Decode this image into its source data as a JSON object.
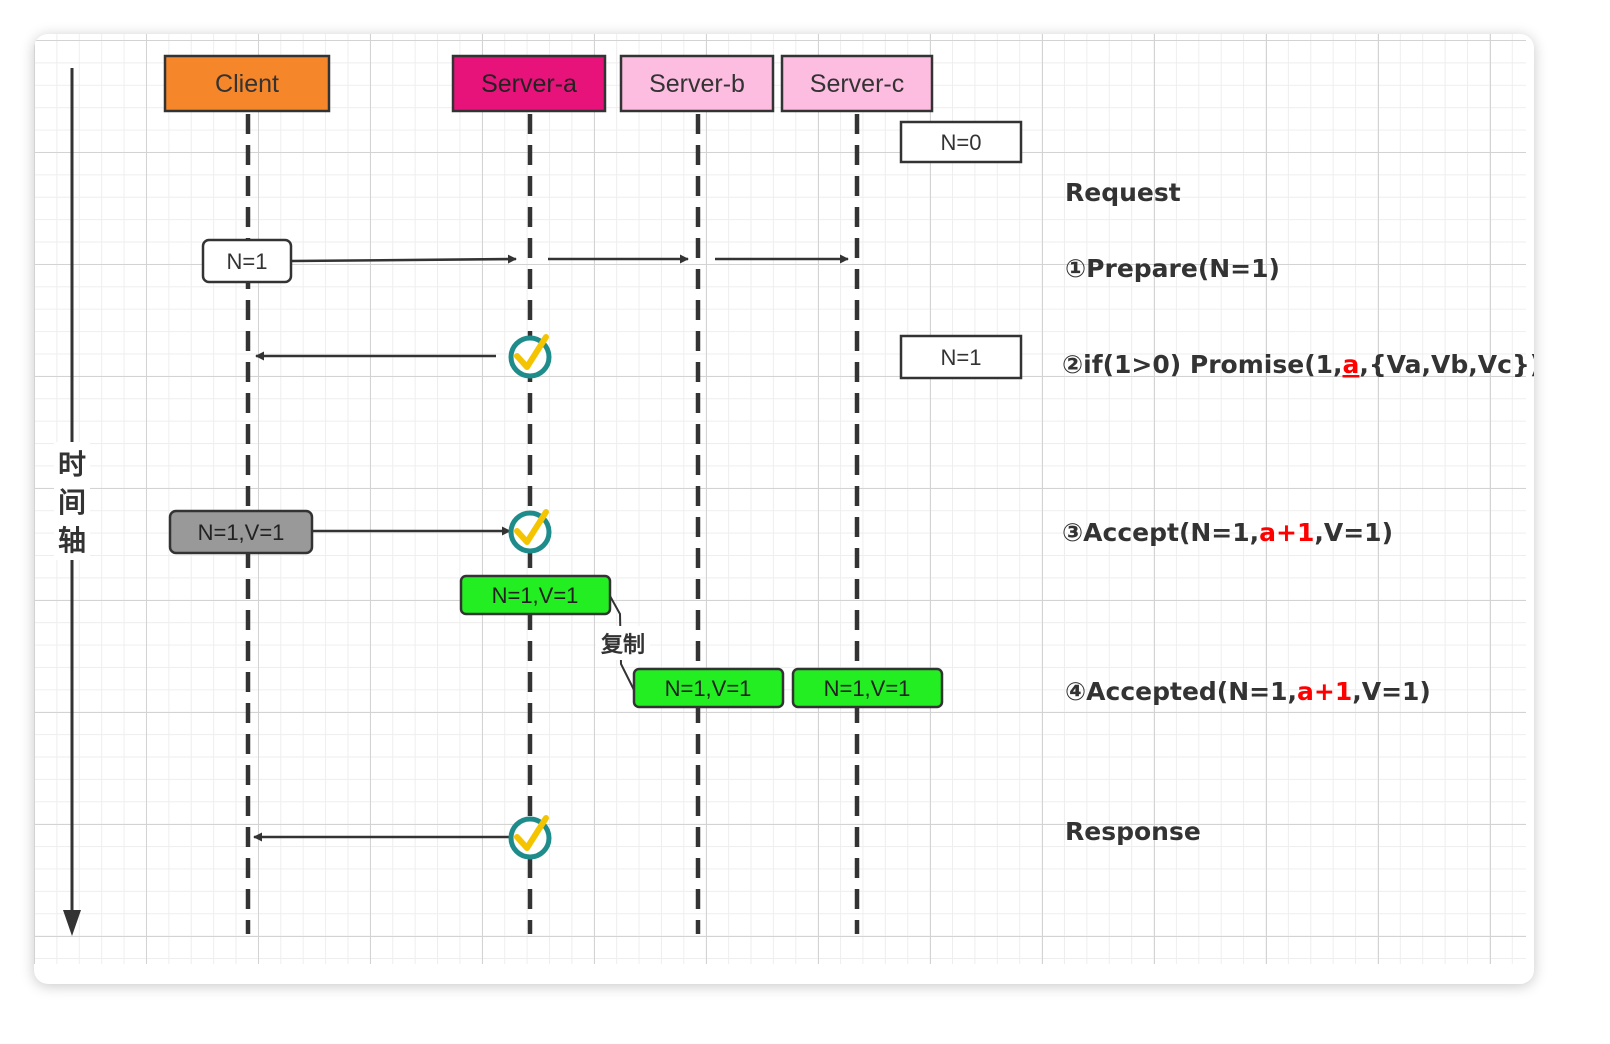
{
  "participants": {
    "client": "Client",
    "server_a": "Server-a",
    "server_b": "Server-b",
    "server_c": "Server-c"
  },
  "boxes": {
    "n0": "N=0",
    "n1_client": "N=1",
    "n1_right": "N=1",
    "accept_client": "N=1,V=1",
    "accept_server_a": "N=1,V=1",
    "accept_server_b": "N=1,V=1",
    "accept_server_c": "N=1,V=1"
  },
  "copy_label": "复制",
  "time_axis": [
    "时",
    "间",
    "轴"
  ],
  "steps": {
    "request": "Request",
    "prepare": "①Prepare(N=1)",
    "promise_pre": "②if(1>0) Promise(1,",
    "promise_red": "a",
    "promise_post": ",{Va,Vb,Vc})",
    "accept_pre": "③Accept(N=1,",
    "accept_red": "a+1",
    "accept_post": ",V=1)",
    "accepted_pre": "④Accepted(N=1,",
    "accepted_red": "a+1",
    "accepted_post": ",V=1)",
    "response": "Response"
  },
  "colors": {
    "client": "#f5862a",
    "server_a": "#e8127b",
    "server_bc": "#fcbde0",
    "accepted_green": "#22ee22",
    "client_accept_gray": "#999999",
    "check_ring": "#1f8c8c",
    "check_mark": "#f5c400",
    "highlight_red": "#ff0000"
  }
}
